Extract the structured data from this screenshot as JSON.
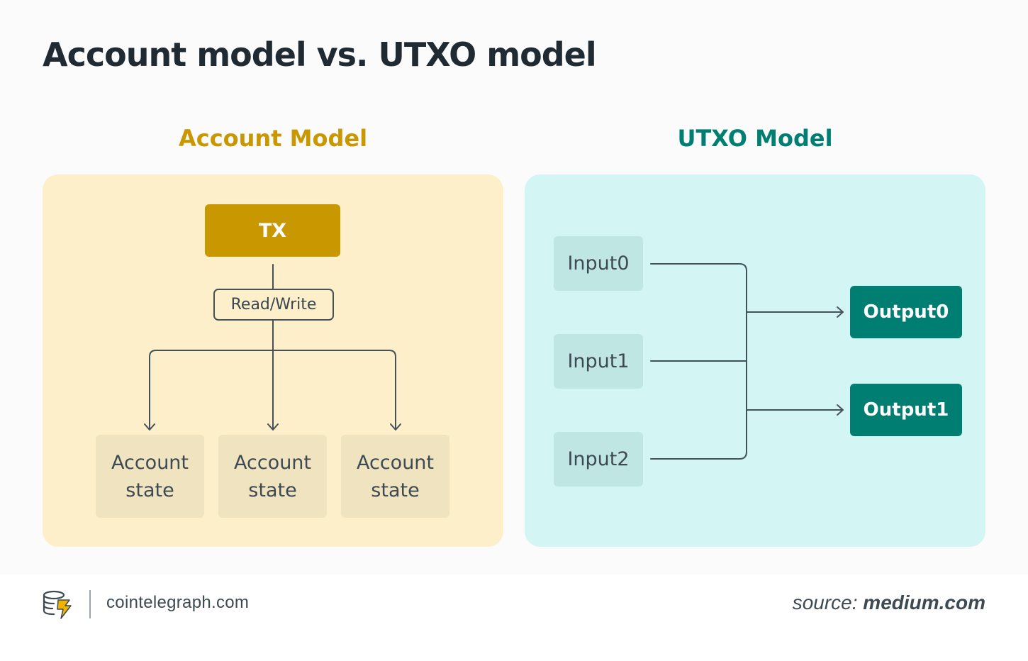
{
  "title": "Account model vs. UTXO model",
  "account_model": {
    "heading": "Account Model",
    "tx_label": "TX",
    "read_write_label": "Read/Write",
    "states": [
      {
        "line1": "Account",
        "line2": "state"
      },
      {
        "line1": "Account",
        "line2": "state"
      },
      {
        "line1": "Account",
        "line2": "state"
      }
    ]
  },
  "utxo_model": {
    "heading": "UTXO Model",
    "inputs": [
      "Input0",
      "Input1",
      "Input2"
    ],
    "outputs": [
      "Output0",
      "Output1"
    ]
  },
  "footer": {
    "brand": "cointelegraph.com",
    "source_prefix": "source:",
    "source_value": "medium.com"
  },
  "colors": {
    "account_accent": "#c99700",
    "account_panel": "#fcefc9",
    "utxo_accent": "#007e72",
    "utxo_panel": "#d3f5f3",
    "text_dark": "#1f2a33"
  }
}
